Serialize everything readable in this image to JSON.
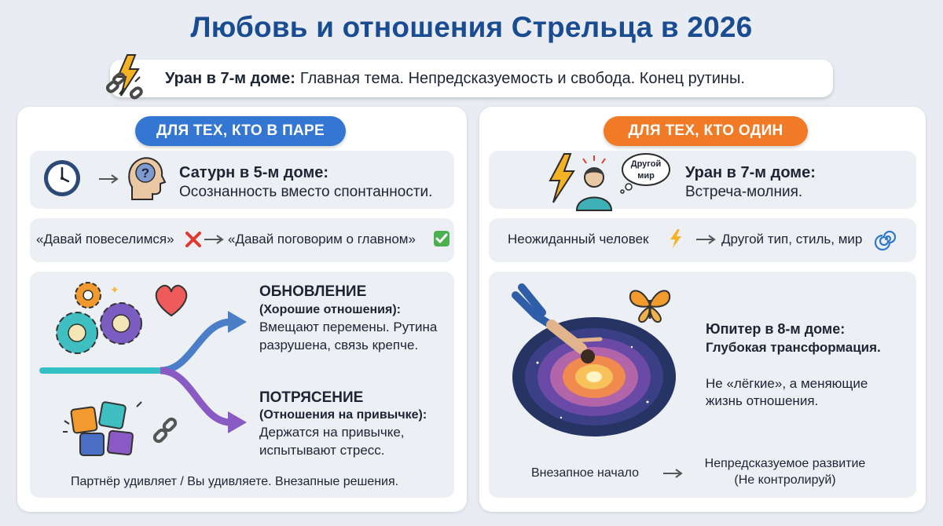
{
  "header": {
    "title": "Любовь и отношения Стрельца в 2026",
    "banner_bold": "Уран в 7-м доме:",
    "banner_text": "Главная тема. Непредсказуемость и свобода. Конец рутины."
  },
  "left_panel": {
    "pill": "ДЛЯ ТЕХ, КТО В ПАРЕ",
    "saturn_title": "Сатурн в 5-м доме:",
    "saturn_text": "Осознанность вместо спонтанности.",
    "phrase_before": "«Давай повеселимся»",
    "phrase_after": "«Давай поговорим о главном»",
    "update": {
      "title": "ОБНОВЛЕНИЕ",
      "subtitle": "(Хорошие отношения):",
      "line1": "Вмещают перемены. Рутина",
      "line2": "разрушена, связь крепче."
    },
    "shock": {
      "title": "ПОТРЯСЕНИЕ",
      "subtitle": "(Отношения на привычке):",
      "line1": "Держатся на привычке,",
      "line2": "испытывают стресс."
    },
    "footer": "Партнёр удивляет / Вы удивляете. Внезапные решения."
  },
  "right_panel": {
    "pill": "ДЛЯ ТЕХ, КТО ОДИН",
    "bubble_line1": "Другой",
    "bubble_line2": "мир",
    "uranus_title": "Уран в 7-м доме:",
    "uranus_text": "Встреча-молния.",
    "unexpected_person": "Неожиданный человек",
    "other_type": "Другой тип, стиль, мир",
    "jupiter_title": "Юпитер в 8-м доме:",
    "jupiter_subtitle": "Глубокая трансформация.",
    "jupiter_line1": "Не «лёгкие», а меняющие",
    "jupiter_line2": "жизнь отношения.",
    "sudden_start": "Внезапное начало",
    "unpredictable_line1": "Непредсказуемое развитие",
    "unpredictable_line2": "(Не контролируй)"
  },
  "colors": {
    "title": "#1a4c91",
    "pill_blue": "#3477d2",
    "pill_orange": "#f07a25",
    "card_bg": "#eceff4",
    "arrow_blue": "#4a7fc8",
    "arrow_purple": "#8a5ac4",
    "stem_teal": "#35c0c4"
  },
  "icons": [
    "lightning-icon",
    "broken-chain-icon",
    "clock-icon",
    "head-question-icon",
    "gears-icon",
    "heart-icon",
    "puzzle-icon",
    "person-icon",
    "butterfly-icon",
    "vortex-icon",
    "cross-mark-icon",
    "check-mark-icon",
    "spiral-icon"
  ]
}
